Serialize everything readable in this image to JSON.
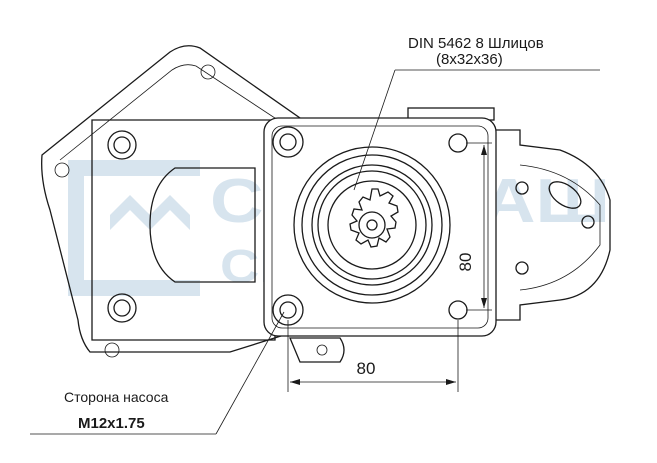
{
  "spline_label": {
    "standard": "DIN 5462 8 Шлицов",
    "spec": "(8x32x36)"
  },
  "thread_label": {
    "side": "Сторона насоса",
    "size": "M12x1.75"
  },
  "dimensions": {
    "horizontal": "80",
    "vertical": "80"
  },
  "watermark": {
    "line1": "СПЕЦМАШ",
    "line2": "СЕРВИС"
  },
  "colors": {
    "line": "#1a1a1a",
    "watermark": "#d7e4ee"
  }
}
